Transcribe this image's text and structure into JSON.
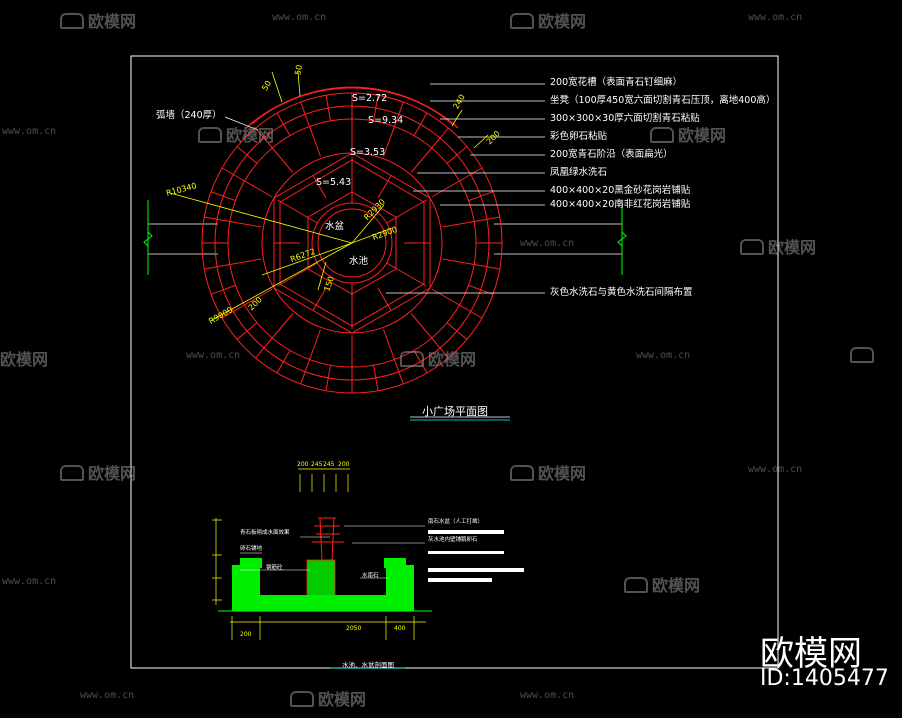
{
  "plan": {
    "title": "小广场平面图",
    "right_labels": [
      "200宽花槽（表面青石钉细麻）",
      "坐凳（100厚450宽六面切割青石压顶，离地400高）",
      "300×300×30厚六面切割青石粘贴",
      "彩色卵石粘贴",
      "200宽青石阶沿（表面扁光）",
      "凤凰绿水洗石",
      "400×400×20黑金砂花岗岩铺贴",
      "400×400×20南非红花岗岩铺贴",
      "灰色水洗石与黄色水洗石间隔布置"
    ],
    "left_label": "弧墙（240厚）",
    "areas": [
      "S=2.72",
      "S=9.34",
      "S=3.53",
      "S=5.43"
    ],
    "center_labels": [
      "水盆",
      "水池"
    ],
    "dims": {
      "d50a": "50",
      "d50b": "50",
      "d240": "240",
      "d200a": "200",
      "r10340": "R10340",
      "r2930": "R2930",
      "r6272": "R6272",
      "r2900": "R2900",
      "d150": "150",
      "r9000": "R9000",
      "d200b": "200"
    }
  },
  "section": {
    "title": "水池、水盆剖面图",
    "top_dims": [
      "200",
      "245",
      "245",
      "200"
    ],
    "bottom_dims": [
      "200",
      "2050",
      "400"
    ],
    "left_notes": [
      "青石板砌成水面效果",
      "卵石铺地",
      "钢筋砼"
    ],
    "right_notes": [
      "南石水盆（人工打凿）",
      "灰水池内壁铺鹅卵石",
      "水南石"
    ]
  },
  "watermarks": {
    "brand": "欧模网",
    "site": "www.om.cn",
    "id": "ID:1405477"
  },
  "colors": {
    "background": "#000000",
    "plan_lines": "#ff0000",
    "text": "#ffffff",
    "dimensions": "#ffff00",
    "section_fill": "#00ff00",
    "ground_lines": "#00ff00"
  }
}
